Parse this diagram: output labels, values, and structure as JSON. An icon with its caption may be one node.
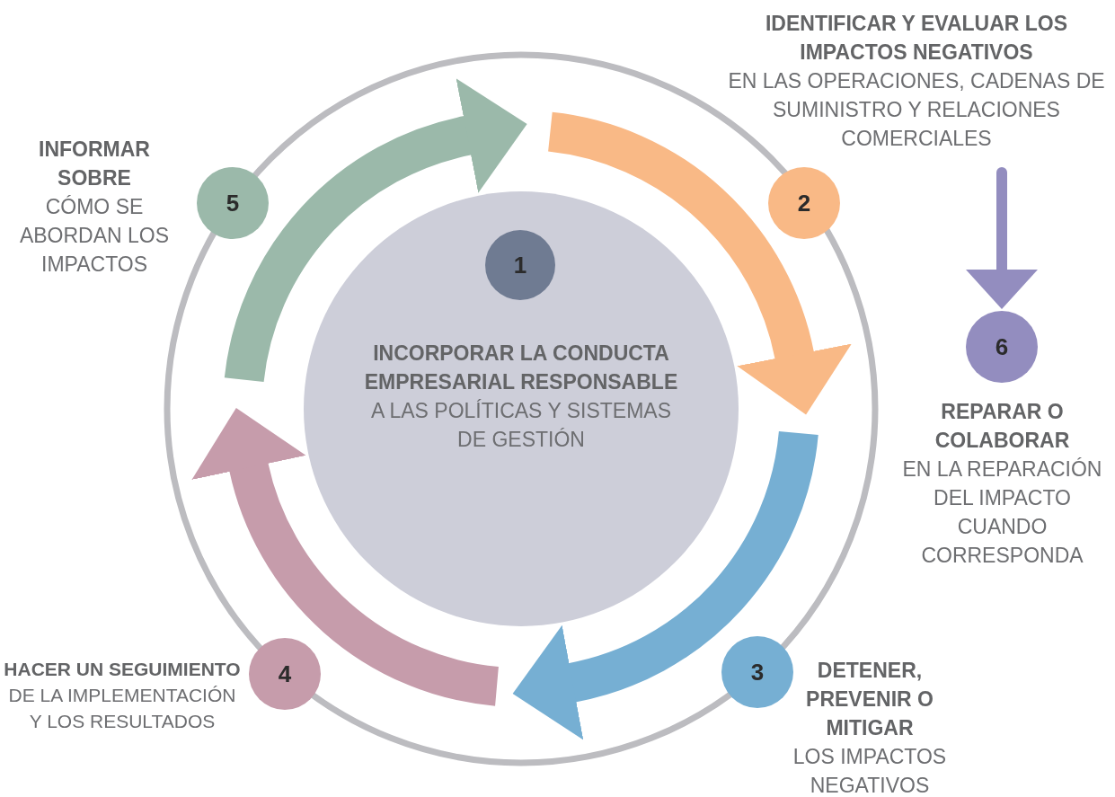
{
  "diagram": {
    "nodes": [
      {
        "text": [
          "INCORPORAR LA CONDUCTA EMPRESARIAL RESPONSABLE",
          "A LAS POLÍTICAS Y SISTEMAS DE GESTIÓN"
        ]
      },
      {
        "text": [
          "1"
        ],
        "in": 0
      },
      {
        "text": [
          "2"
        ],
        "beside": [
          "IDENTIFICAR Y EVALUAR LOS IMPACTOS NEGATIVOS",
          "EN LAS OPERACIONES, CADENAS DE SUMINISTRO Y RELACIONES COMERCIALES"
        ]
      },
      {
        "text": [
          "3"
        ],
        "beside": [
          "DETENER, PREVENIR O MITIGAR",
          "LOS IMPACTOS NEGATIVOS"
        ]
      },
      {
        "text": [
          "4"
        ],
        "beside": [
          "HACER UN SEGUIMIENTO",
          "DE LA IMPLEMENTACIÓN Y LOS RESULTADOS"
        ]
      },
      {
        "text": [
          "5"
        ],
        "beside": [
          "INFORMAR SOBRE",
          "CÓMO SE ABORDAN LOS IMPACTOS"
        ]
      },
      {
        "text": [
          "6"
        ],
        "beside": [
          "REPARAR O COLABORAR",
          "EN LA REPARACIÓN DEL IMPACTO CUANDO CORRESPONDA"
        ]
      }
    ],
    "edges": [
      {
        "from": null,
        "to": 6,
        "arrow": "to"
      }
    ]
  }
}
